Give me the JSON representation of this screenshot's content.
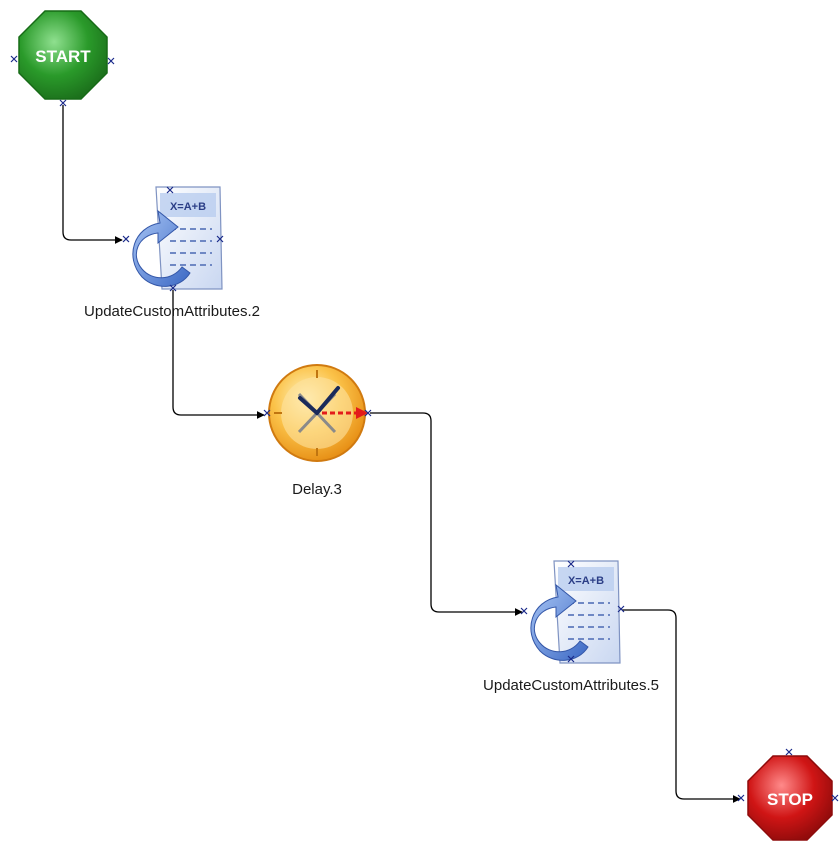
{
  "diagram": {
    "start": {
      "text": "START",
      "color": "#2a9a2a"
    },
    "stop": {
      "text": "STOP",
      "color": "#d01515"
    },
    "nodes": [
      {
        "label": "UpdateCustomAttributes.2",
        "icon": "script-icon",
        "formula": "X=A+B"
      },
      {
        "label": "Delay.3",
        "icon": "clock-icon"
      },
      {
        "label": "UpdateCustomAttributes.5",
        "icon": "script-icon",
        "formula": "X=A+B"
      }
    ],
    "colors": {
      "connector": "#000000",
      "port": "#1a2a8a",
      "doc": "#dfe8f8",
      "arrow_blue": "#4a78d0",
      "clock": "#f5a623"
    }
  }
}
